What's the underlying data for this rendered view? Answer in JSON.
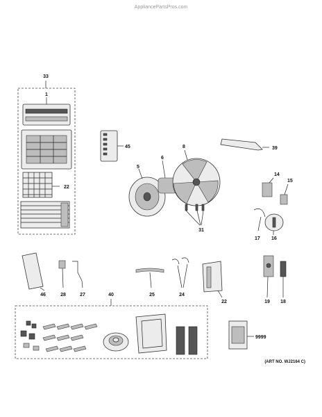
{
  "watermark": "AppliancePartsPros.com",
  "art_number": "(ART NO. WJ2164 C)",
  "callouts": {
    "p1": "1",
    "p5": "5",
    "p6": "6",
    "p8": "8",
    "p14": "14",
    "p15": "15",
    "p16": "16",
    "p17": "17",
    "p18": "18",
    "p19": "19",
    "p22a": "22",
    "p22b": "22",
    "p24": "24",
    "p25": "25",
    "p27": "27",
    "p28": "28",
    "p31": "31",
    "p33": "33",
    "p39": "39",
    "p40": "40",
    "p45": "45",
    "p46": "46",
    "p9999": "9999"
  }
}
